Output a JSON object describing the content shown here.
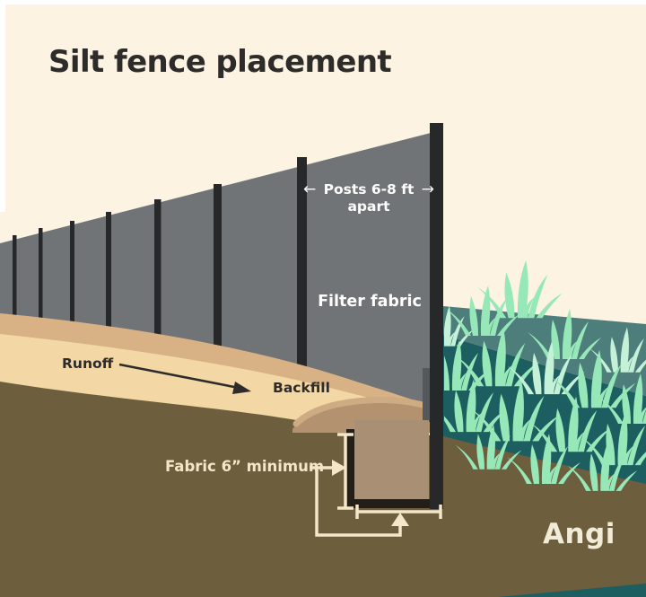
{
  "title": "Silt fence placement",
  "annotations": {
    "posts_spacing": {
      "arrow_left": "←",
      "line1": "Posts 6-8 ft",
      "line2": "apart",
      "arrow_right": "→"
    },
    "filter_fabric": "Filter fabric",
    "runoff": "Runoff",
    "backfill": "Backfill",
    "fabric_minimum": "Fabric 6” minimum"
  },
  "brand": {
    "name": "Angi"
  },
  "colors": {
    "page_bg": "#ffffff",
    "card_bg": "#fcf3e2",
    "title_color": "#2d2c2a",
    "text_dark": "#2d2c2a",
    "text_white": "#fdfdfc",
    "fence_fabric": "#717477",
    "fence_shadow": "#55585a",
    "post": "#26282a",
    "ground_tan": "#d8b184",
    "ground_tan_light": "#f3d7a5",
    "mound": "#b3926f",
    "mound_top": "#cdab83",
    "soil_olive": "#6d5f3e",
    "trench_fill": "#a98f74",
    "trench_wall": "#231f18",
    "slope_teal": "#4e7e7c",
    "band_teal": "#1d5e61",
    "grass_mint": "#97e8b8",
    "grass_pale": "#c5f1d8",
    "dim_cream": "#f3e6c9",
    "logo_cream": "#f2ebd8"
  }
}
